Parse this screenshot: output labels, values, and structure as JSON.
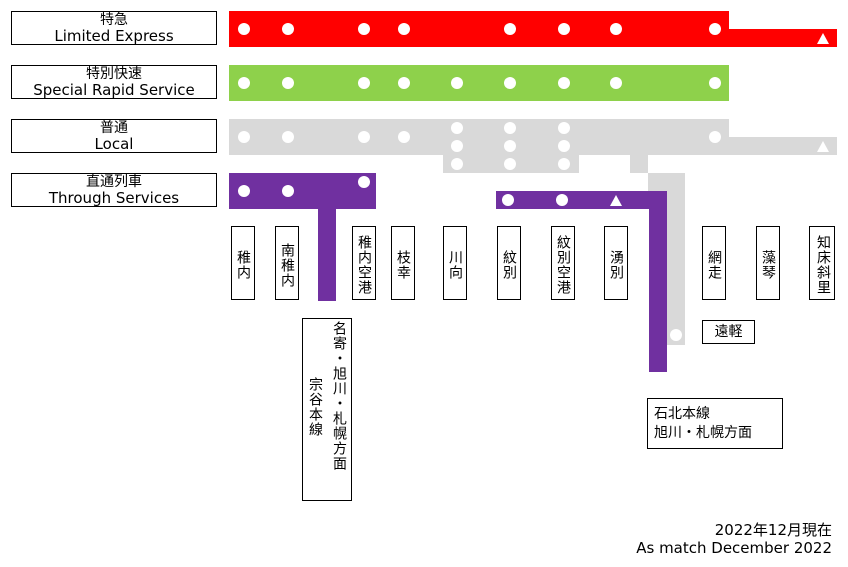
{
  "legend": {
    "limited": {
      "jp": "特急",
      "en": "Limited Express"
    },
    "special": {
      "jp": "特別快速",
      "en": "Special Rapid Service"
    },
    "local": {
      "jp": "普通",
      "en": "Local"
    },
    "through": {
      "jp": "直通列車",
      "en": "Through Services"
    }
  },
  "colors": {
    "limited": "#ff0000",
    "special": "#8ed14b",
    "local": "#d9d9d9",
    "through": "#7030a0"
  },
  "stations": {
    "wakkanai": "稚内",
    "minami_wakkanai": "南稚内",
    "wakkanai_airport": "稚内空港",
    "edasachi": "枝幸",
    "kawamukai": "川向",
    "monbetsu": "紋別",
    "monbetsu_airport": "紋別空港",
    "yubetsu": "湧別",
    "abashiri": "網走",
    "moto": "藻琴",
    "shiretoko_shari": "知床斜里",
    "engaru": "遠軽"
  },
  "direction_nayoro": {
    "line1": "名寄・旭川・札幌方面",
    "line2": "宗谷本線"
  },
  "direction_sekihoku": {
    "line1": "石北本線",
    "line2": "旭川・札幌方面"
  },
  "note": {
    "jp": "2022年12月現在",
    "en": "As match December 2022"
  }
}
